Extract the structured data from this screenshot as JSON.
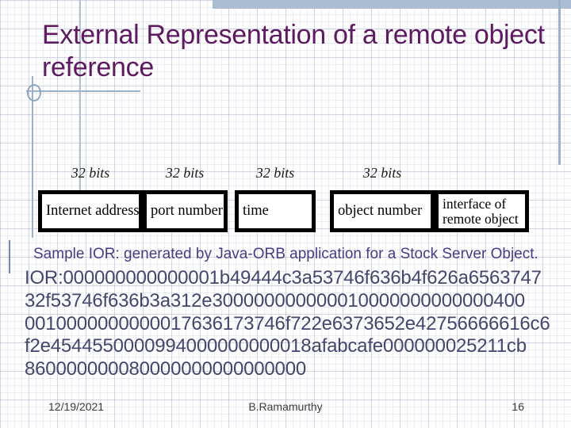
{
  "title": "External Representation of a remote object reference",
  "diagram": {
    "bit_labels": [
      "32 bits",
      "32 bits",
      "32 bits",
      "32 bits"
    ],
    "fields": [
      "Internet address",
      "port number",
      "time",
      "object number",
      "interface of remote object"
    ]
  },
  "caption": "Sample IOR: generated by Java-ORB application for a Stock Server Object.",
  "ior": {
    "lines": [
      "IOR:000000000000001b49444c3a53746f636b4f626a6563747",
      "32f53746f636b3a312e300000000000010000000000000400",
      "0010000000000017636173746f722e6373652e42756666616c6",
      "f2e4544550000994000000000018afabcafe000000025211cb",
      "860000000080000000000000000"
    ]
  },
  "footer": {
    "date": "12/19/2021",
    "author": "B.Ramamurthy",
    "page": "16"
  },
  "colors": {
    "band": "#a9bcd2",
    "rule": "#9db1c8",
    "title": "#5e1a60",
    "caption": "#4a3b85",
    "ior": "#45466b",
    "footer": "#3b3b3b",
    "border": "#000000"
  }
}
